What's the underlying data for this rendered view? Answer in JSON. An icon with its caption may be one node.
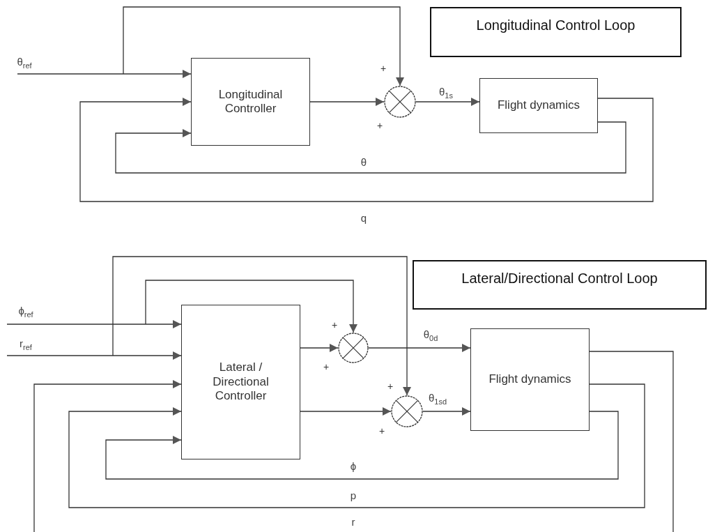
{
  "diagram": {
    "nodes": [
      {
        "text": [
          "Longitudinal Control Loop"
        ]
      },
      {
        "text": [
          "Longitudinal Controller"
        ]
      },
      {
        "text": [],
        "shape": "circle"
      },
      {
        "text": [
          "Flight dynamics"
        ]
      },
      {
        "text": [
          "Lateral/Directional Control Loop"
        ]
      },
      {
        "text": [
          "Lateral / Directional Controller"
        ]
      },
      {
        "text": [],
        "shape": "circle"
      },
      {
        "text": [],
        "shape": "circle"
      },
      {
        "text": [
          "Flight dynamics"
        ]
      }
    ],
    "edges": [
      {
        "from": null,
        "to": 1,
        "arrow": "to",
        "label": "θ$_{ref}$"
      },
      {
        "from": null,
        "to": 2,
        "arrow": "to"
      },
      {
        "from": 1,
        "to": 2,
        "arrow": "to"
      },
      {
        "from": 2,
        "to": 3,
        "arrow": "to",
        "label": "θ$_{1s}$"
      },
      {
        "from": 3,
        "to": 1,
        "arrow": "to",
        "label": "θ"
      },
      {
        "from": 3,
        "to": 1,
        "arrow": "to",
        "label": "q"
      },
      {
        "from": null,
        "to": 5,
        "arrow": "to",
        "label": "ϕ$_{ref}$"
      },
      {
        "from": null,
        "to": 6,
        "arrow": "to"
      },
      {
        "from": null,
        "to": 5,
        "arrow": "to",
        "label": "r$_{ref}$"
      },
      {
        "from": null,
        "to": 7,
        "arrow": "to"
      },
      {
        "from": 5,
        "to": 6,
        "arrow": "to"
      },
      {
        "from": 5,
        "to": 7,
        "arrow": "to"
      },
      {
        "from": 6,
        "to": 8,
        "arrow": "to",
        "label": "θ$_{0d}$"
      },
      {
        "from": 7,
        "to": 8,
        "arrow": "to",
        "label": "θ$_{1sd}$"
      },
      {
        "from": 8,
        "to": 5,
        "arrow": "to",
        "label": "ϕ"
      },
      {
        "from": 8,
        "to": 5,
        "arrow": "to",
        "label": "p"
      },
      {
        "from": 8,
        "to": 5,
        "arrow": "to",
        "label": "r"
      }
    ],
    "labels": [
      "+",
      "+",
      "+",
      "+",
      "+",
      "+"
    ]
  }
}
